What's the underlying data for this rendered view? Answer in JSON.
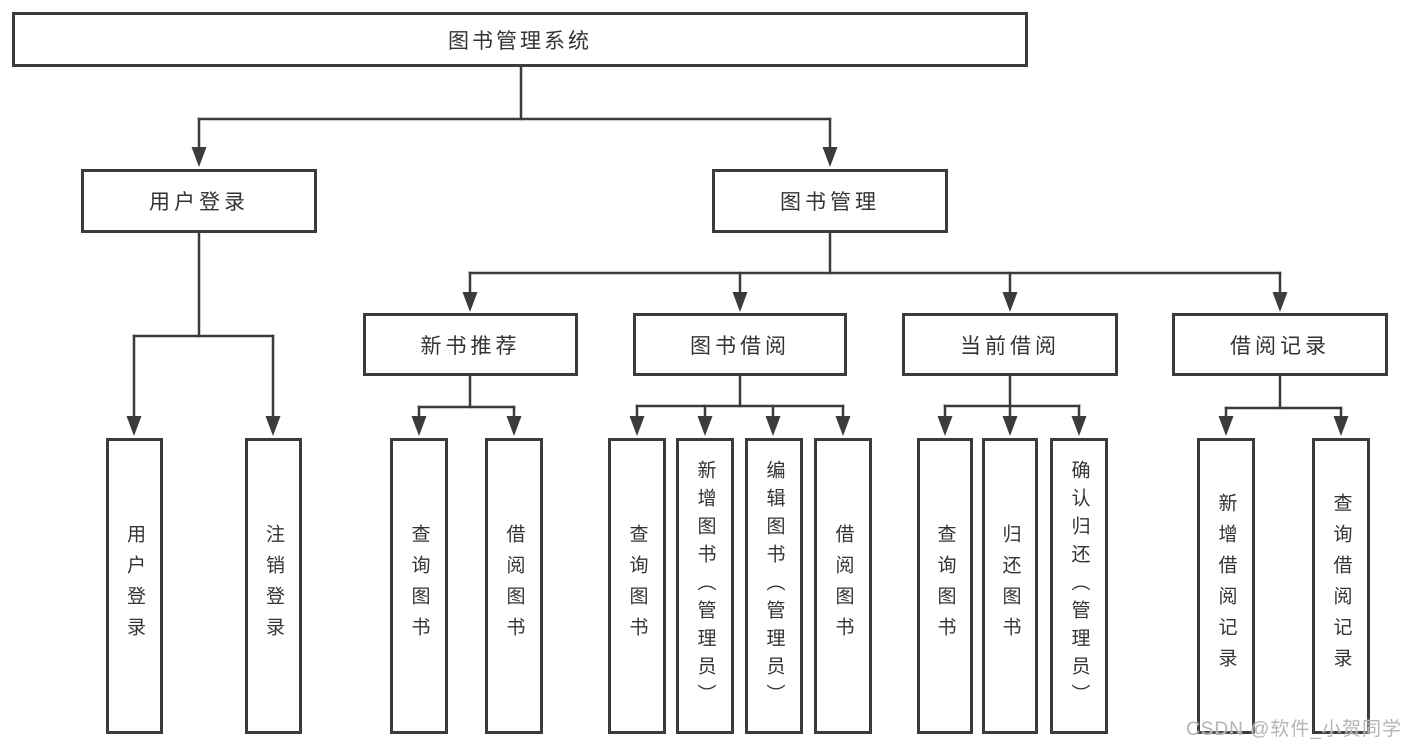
{
  "colors": {
    "line": "#3b3b3b",
    "text": "#333333",
    "background": "#ffffff",
    "watermark": "#b5b5b5"
  },
  "tree": {
    "label": "图书管理系统",
    "children": [
      {
        "label": "用户登录",
        "children": [
          {
            "label": "用户登录"
          },
          {
            "label": "注销登录"
          }
        ]
      },
      {
        "label": "图书管理",
        "children": [
          {
            "label": "新书推荐",
            "children": [
              {
                "label": "查询图书"
              },
              {
                "label": "借阅图书"
              }
            ]
          },
          {
            "label": "图书借阅",
            "children": [
              {
                "label": "查询图书"
              },
              {
                "label": "新增图书（管理员）"
              },
              {
                "label": "编辑图书（管理员）"
              },
              {
                "label": "借阅图书"
              }
            ]
          },
          {
            "label": "当前借阅",
            "children": [
              {
                "label": "查询图书"
              },
              {
                "label": "归还图书"
              },
              {
                "label": "确认归还（管理员）"
              }
            ]
          },
          {
            "label": "借阅记录",
            "children": [
              {
                "label": "新增借阅记录"
              },
              {
                "label": "查询借阅记录"
              }
            ]
          }
        ]
      }
    ]
  },
  "watermark": "CSDN @软件_小贺同学"
}
